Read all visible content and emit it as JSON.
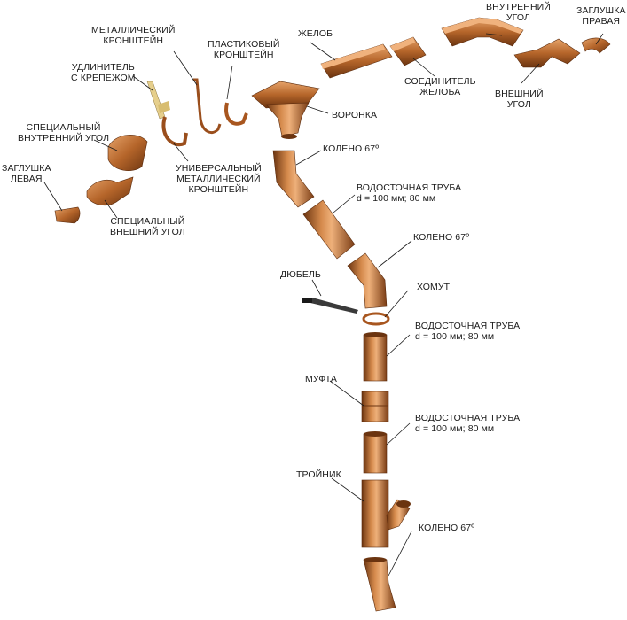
{
  "colors": {
    "copper_dark": "#6b3410",
    "copper_mid": "#b5652a",
    "copper_light": "#e6a36a",
    "leader_line": "#1a1a1a",
    "label_text": "#1a1a1a",
    "background": "#ffffff"
  },
  "labels": {
    "metal_bracket": [
      "МЕТАЛЛИЧЕСКИЙ",
      "КРОНШТЕЙН"
    ],
    "plastic_bracket": [
      "ПЛАСТИКОВЫЙ",
      "КРОНШТЕЙН"
    ],
    "gutter": [
      "ЖЕЛОБ"
    ],
    "inner_corner": [
      "ВНУТРЕННИЙ",
      "УГОЛ"
    ],
    "cap_right": [
      "ЗАГЛУШКА",
      "ПРАВАЯ"
    ],
    "extender": [
      "УДЛИНИТЕЛЬ",
      "С КРЕПЕЖОМ"
    ],
    "gutter_connector": [
      "СОЕДИНИТЕЛЬ",
      "ЖЕЛОБА"
    ],
    "outer_corner": [
      "ВНЕШНИЙ",
      "УГОЛ"
    ],
    "funnel": [
      "ВОРОНКА"
    ],
    "special_inner_corner": [
      "СПЕЦИАЛЬНЫЙ",
      "ВНУТРЕННИЙ УГОЛ"
    ],
    "universal_bracket": [
      "УНИВЕРСАЛЬНЫЙ",
      "МЕТАЛЛИЧЕСКИЙ",
      "КРОНШТЕЙН"
    ],
    "elbow_1": [
      "КОЛЕНО 67º"
    ],
    "cap_left": [
      "ЗАГЛУШКА",
      "ЛЕВАЯ"
    ],
    "downpipe_1": [
      "ВОДОСТОЧНАЯ ТРУБА",
      "d = 100 мм; 80 мм"
    ],
    "special_outer_corner": [
      "СПЕЦИАЛЬНЫЙ",
      "ВНЕШНИЙ УГОЛ"
    ],
    "elbow_2": [
      "КОЛЕНО 67º"
    ],
    "dowel": [
      "ДЮБЕЛЬ"
    ],
    "clamp": [
      "ХОМУТ"
    ],
    "downpipe_2": [
      "ВОДОСТОЧНАЯ ТРУБА",
      "d = 100 мм; 80 мм"
    ],
    "coupling": [
      "МУФТА"
    ],
    "downpipe_3": [
      "ВОДОСТОЧНАЯ ТРУБА",
      "d = 100 мм; 80 мм"
    ],
    "tee": [
      "ТРОЙНИК"
    ],
    "elbow_3": [
      "КОЛЕНО 67º"
    ]
  }
}
